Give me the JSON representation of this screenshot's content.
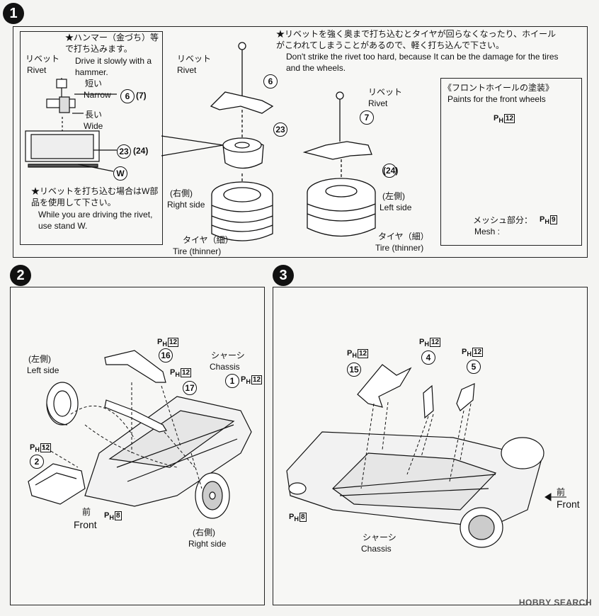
{
  "steps": {
    "s1": "1",
    "s2": "2",
    "s3": "3"
  },
  "step1": {
    "hammer_note_jp": "★ハンマー（金づち）等で打ち込みます。",
    "hammer_note_en": "Drive it slowly with a hammer.",
    "rivet_jp": "リベット",
    "rivet_en": "Rivet",
    "short_jp": "短い",
    "short_en": "Narrow",
    "long_jp": "長い",
    "long_en": "Wide",
    "part6": "6",
    "part7": "(7)",
    "part23": "23",
    "part24": "(24)",
    "partW": "W",
    "stand_note_jp": "★リベットを打ち込む場合はW部品を使用して下さい。",
    "stand_note_en": "While you are driving the rivet, use stand W.",
    "warn_jp": "★リベットを強く奥まで打ち込むとタイヤが回らなくなったり、ホイールがこわれてしまうことがあるので、軽く打ち込んで下さい。",
    "warn_en": "Don't strike the rivet too hard, because It can be the damage for the tires and the wheels.",
    "right_jp": "(右側)",
    "right_en": "Right side",
    "left_jp": "(左側)",
    "left_en": "Left side",
    "tire_jp": "タイヤ（細）",
    "tire_en": "Tire (thinner)",
    "front_wheel_title_jp": "《フロントホイールの塗装》",
    "front_wheel_title_en": "Paints for the front wheels",
    "ph12": "12",
    "mesh_jp": "メッシュ部分：",
    "mesh_en": "Mesh :",
    "ph9": "9"
  },
  "step2": {
    "left_jp": "(左側)",
    "left_en": "Left side",
    "chassis_jp": "シャーシ",
    "chassis_en": "Chassis",
    "part16": "16",
    "part17": "17",
    "part1": "1",
    "part2": "2",
    "ph12": "12",
    "ph8": "8",
    "front_jp": "前",
    "front_en": "Front",
    "right_jp": "(右側)",
    "right_en": "Right side"
  },
  "step3": {
    "part15": "15",
    "part4": "4",
    "part5": "5",
    "ph12": "12",
    "ph8": "8",
    "front_jp": "前",
    "front_en": "Front",
    "chassis_jp": "シャーシ",
    "chassis_en": "Chassis"
  },
  "ph_prefix": "P",
  "ph_sub": "H",
  "watermark": "HOBBY SEARCH"
}
